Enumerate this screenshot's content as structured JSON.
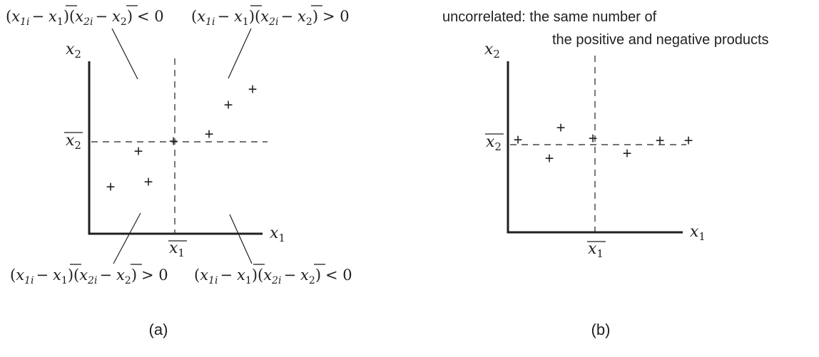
{
  "panel_a": {
    "caption": "(a)",
    "axis_x_var": "x",
    "axis_x_sub": "1",
    "axis_y_var": "x",
    "axis_y_sub": "2",
    "mean_x_var": "x",
    "mean_x_sub": "1",
    "mean_y_var": "x",
    "mean_y_sub": "2",
    "annotations": {
      "top_left": {
        "open": "(",
        "t1_var": "x",
        "t1_sub": "1i",
        "minus1": "−",
        "m1_var": "x",
        "m1_sub": "1",
        "mid": ")(",
        "t2_var": "x",
        "t2_sub": "2i",
        "minus2": "−",
        "m2_var": "x",
        "m2_sub": "2",
        "close": ")",
        "relation": "< 0"
      },
      "top_right": {
        "open": "(",
        "t1_var": "x",
        "t1_sub": "1i",
        "minus1": "−",
        "m1_var": "x",
        "m1_sub": "1",
        "mid": ")(",
        "t2_var": "x",
        "t2_sub": "2i",
        "minus2": "−",
        "m2_var": "x",
        "m2_sub": "2",
        "close": ")",
        "relation": "> 0"
      },
      "bottom_left": {
        "open": "(",
        "t1_var": "x",
        "t1_sub": "1i",
        "minus1": "−",
        "m1_var": "x",
        "m1_sub": "1",
        "mid": ")(",
        "t2_var": "x",
        "t2_sub": "2i",
        "minus2": "−",
        "m2_var": "x",
        "m2_sub": "2",
        "close": ")",
        "relation": "> 0"
      },
      "bottom_right": {
        "open": "(",
        "t1_var": "x",
        "t1_sub": "1i",
        "minus1": "−",
        "m1_var": "x",
        "m1_sub": "1",
        "mid": ")(",
        "t2_var": "x",
        "t2_sub": "2i",
        "minus2": "−",
        "m2_var": "x",
        "m2_sub": "2",
        "close": ")",
        "relation": "< 0"
      }
    },
    "marker": "+"
  },
  "panel_b": {
    "caption": "(b)",
    "note_line1": "uncorrelated: the same number of",
    "note_line2": "the positive and negative products",
    "axis_x_var": "x",
    "axis_x_sub": "1",
    "axis_y_var": "x",
    "axis_y_sub": "2",
    "mean_x_var": "x",
    "mean_x_sub": "1",
    "mean_y_var": "x",
    "mean_y_sub": "2",
    "marker": "+"
  },
  "colors": {
    "ink": "#231f20",
    "background": "#ffffff"
  }
}
